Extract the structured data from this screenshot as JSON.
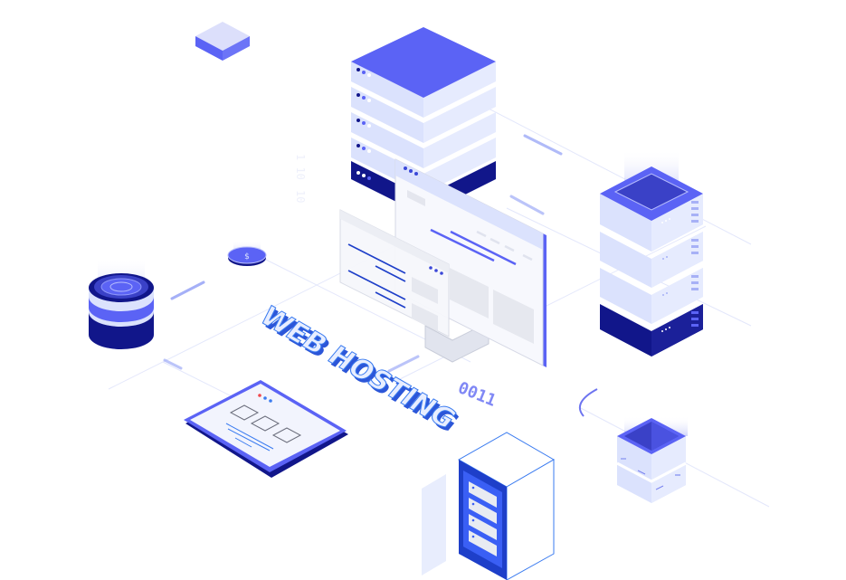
{
  "illustration": {
    "headline": "WEB HOSTING",
    "binary_label": "0011",
    "faint_binary_labels": [
      "1 10",
      "10"
    ],
    "coin_symbol": "$"
  },
  "colors": {
    "primary": "#5b63f5",
    "primary_light": "#d6defc",
    "navy": "#11168a",
    "light_face": "#e8edfd",
    "text_blue": "#3a7bf0",
    "line": "#c9d0f5",
    "gray_panel": "#e6e8ef",
    "red_dot": "#f0484d"
  },
  "elements": {
    "small_cube": "small-cube",
    "main_server_stack": "main-server-stack",
    "browser_window_large": "browser-window-large",
    "browser_window_small": "browser-window-small",
    "right_server_tower": "right-server-tower",
    "database_cylinder": "database-cylinder",
    "coin_node": "coin-node",
    "tablet": "tablet",
    "server_rack": "server-rack",
    "open_box": "open-box"
  }
}
